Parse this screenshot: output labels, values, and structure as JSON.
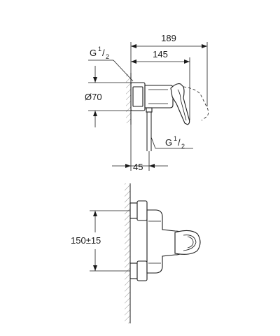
{
  "dimensions": {
    "overall_width": "189",
    "handle_reach": "145",
    "thread_top": {
      "letter": "G",
      "num": "1",
      "den": "2"
    },
    "diameter": "Ø70",
    "outlet_thread": {
      "letter": "G",
      "num": "1",
      "den": "2"
    },
    "wall_offset": "45",
    "centres": "150±15"
  }
}
